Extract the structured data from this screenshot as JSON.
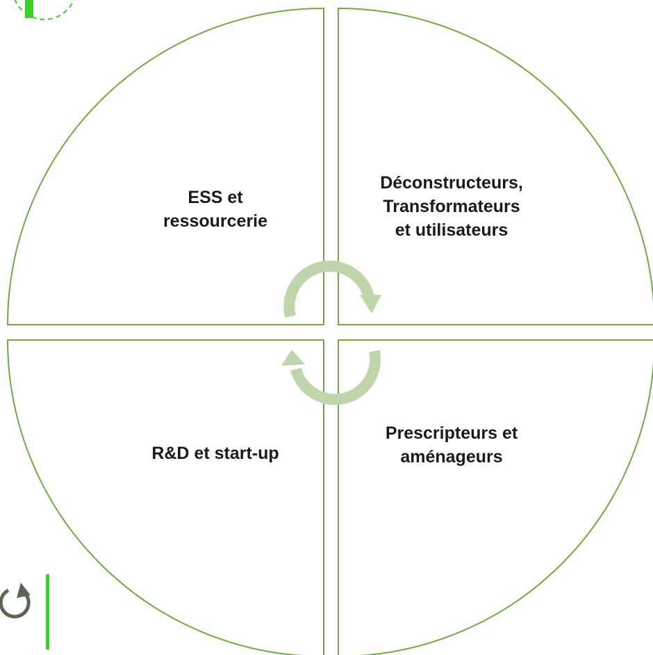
{
  "quadrants": {
    "top_left": {
      "lines": [
        "ESS et",
        "ressourcerie"
      ]
    },
    "top_right": {
      "lines": [
        "Déconstructeurs,",
        "Transformateurs",
        "et utilisateurs"
      ]
    },
    "bottom_left": {
      "lines": [
        "R&D et start-up"
      ]
    },
    "bottom_right": {
      "lines": [
        "Prescripteurs et",
        "aménageurs"
      ]
    }
  },
  "colors": {
    "quadrant_stroke": "#72a845",
    "cycle_arrows": "#bfd6ad",
    "accent_green": "#3ccf2c",
    "icon_gray": "#5a6650"
  },
  "icons": {
    "center": "cycle-arrows-icon",
    "bottom_left": "refresh-icon",
    "top_left": "dashed-circle-decoration"
  }
}
